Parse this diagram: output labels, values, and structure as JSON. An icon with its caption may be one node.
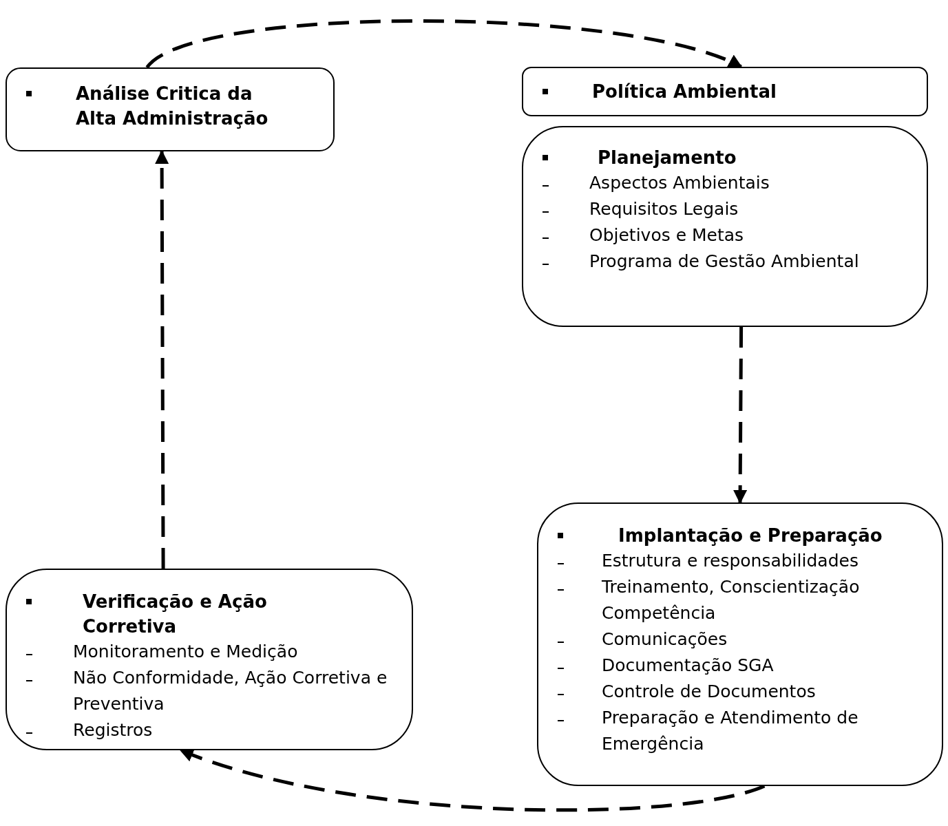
{
  "diagram": {
    "nodes": [
      {
        "text": [
          "Análise Critica da Alta Administração"
        ]
      },
      {
        "text": [
          "Política Ambiental"
        ]
      },
      {
        "text": [
          "Planejamento",
          "Aspectos Ambientais",
          "Requisitos Legais",
          "Objetivos e Metas",
          "Programa de Gestão Ambiental"
        ]
      },
      {
        "text": [
          "Implantação e Preparação",
          "Estrutura e responsabilidades",
          "Treinamento, Conscientização Competência",
          "Comunicações",
          "Documentação SGA",
          "Controle de Documentos",
          "Preparação e Atendimento de Emergência"
        ]
      },
      {
        "text": [
          "Verificação e Ação Corretiva",
          "Monitoramento e Medição",
          "Não Conformidade, Ação Corretiva e Preventiva",
          "Registros"
        ]
      }
    ],
    "edges": [
      {
        "from": 0,
        "to": 1,
        "arrow": "to",
        "style": "dashed"
      },
      {
        "from": 2,
        "to": 3,
        "arrow": "to",
        "style": "dashed"
      },
      {
        "from": 3,
        "to": 4,
        "arrow": "to",
        "style": "dashed"
      },
      {
        "from": 4,
        "to": 0,
        "arrow": "to",
        "style": "dashed"
      }
    ]
  }
}
